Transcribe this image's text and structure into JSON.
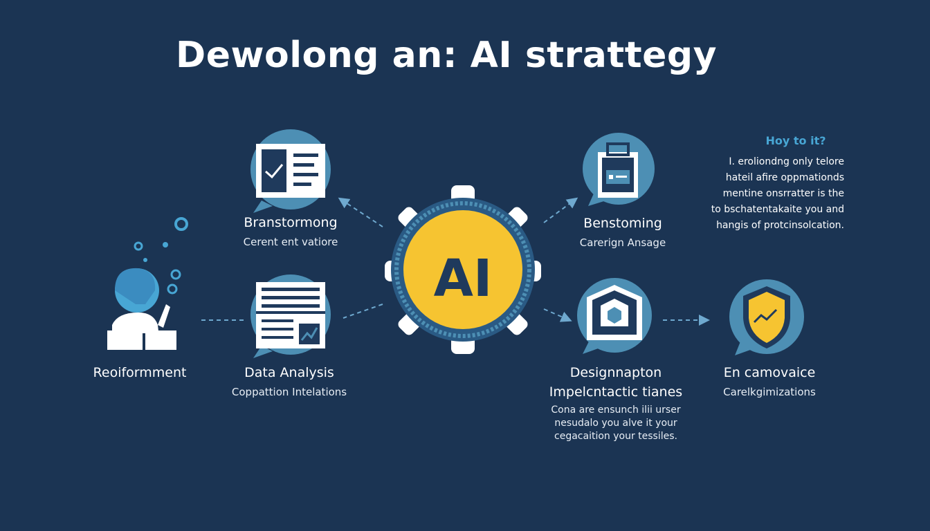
{
  "title": "Dewolong an: AI strattegy",
  "center_label": "AI",
  "nodes": {
    "reinforcement": {
      "label": "Reoiformment"
    },
    "brainstorming_left": {
      "label": "Branstormong",
      "sub": "Cerent ent vatiore"
    },
    "data_analysis": {
      "label": "Data Analysis",
      "sub": "Coppattion Intelations"
    },
    "brainstorming_right": {
      "label": "Benstoming",
      "sub": "Carerign Ansage"
    },
    "design": {
      "label": "Designnapton",
      "sub": "Impelcntactic tianes",
      "desc": [
        "Cona are ensunch ilii urser",
        "nesudalo you alve it your",
        "cegacaition your tessiles."
      ]
    },
    "conclusion": {
      "label": "En camovaice",
      "sub": "Carelkgimizations"
    }
  },
  "howto": {
    "question": "Hoy to it?",
    "lines": [
      "I. eroliondng only telore",
      "hateil afire oppmationds",
      "mentine onsrratter is the",
      "to bschatentakaite you and",
      "hangis of protcinsolcation."
    ]
  },
  "colors": {
    "background": "#1b3453",
    "bubble": "#4d8fb4",
    "ai_yellow": "#f6c431",
    "accent_blue": "#48a6d4",
    "navy": "#1f3a5c"
  }
}
